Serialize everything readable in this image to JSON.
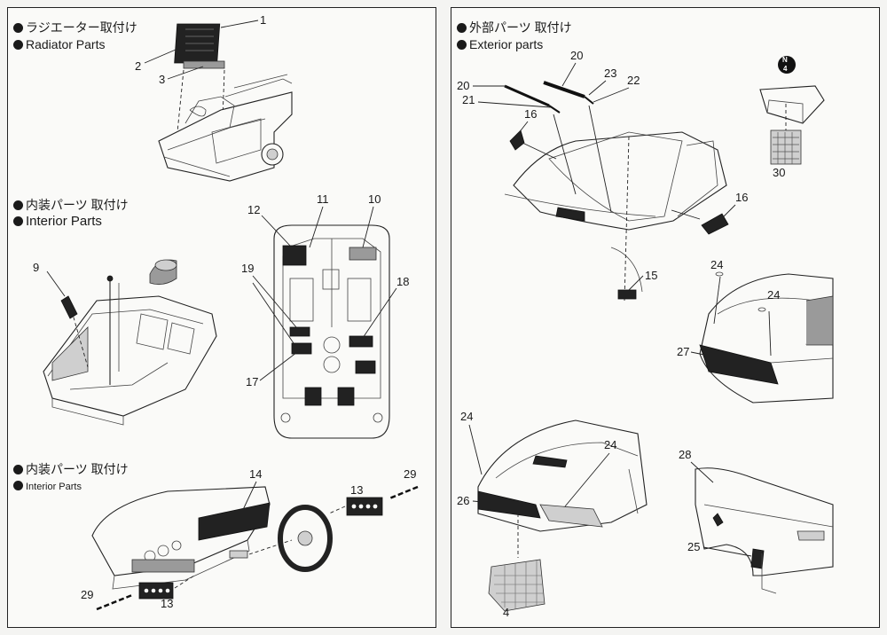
{
  "sections": {
    "radiator": {
      "title_jp": "ラジエーター取付け",
      "title_en": "Radiator Parts"
    },
    "interior_1": {
      "title_jp": "内装パーツ 取付け",
      "title_en": "Interior Parts"
    },
    "interior_2": {
      "title_jp": "内装パーツ 取付け",
      "title_en": "Interior Parts"
    },
    "exterior": {
      "title_jp": "外部パーツ 取付け",
      "title_en": "Exterior parts"
    }
  },
  "part_numbers": {
    "radiator": [
      "1",
      "2",
      "3"
    ],
    "interior_tub": [
      "9"
    ],
    "interior_floor": [
      "12",
      "11",
      "10",
      "19",
      "18",
      "17"
    ],
    "dashboard": [
      "14",
      "13",
      "29",
      "13",
      "29"
    ],
    "exterior_top": [
      "20",
      "23",
      "22",
      "20",
      "21",
      "16",
      "16",
      "15"
    ],
    "exterior_right": [
      "30"
    ],
    "rear": [
      "24",
      "24",
      "27"
    ],
    "front": [
      "24",
      "24",
      "26",
      "4"
    ],
    "rear_fender": [
      "28",
      "25"
    ]
  },
  "badge": "N\n4"
}
